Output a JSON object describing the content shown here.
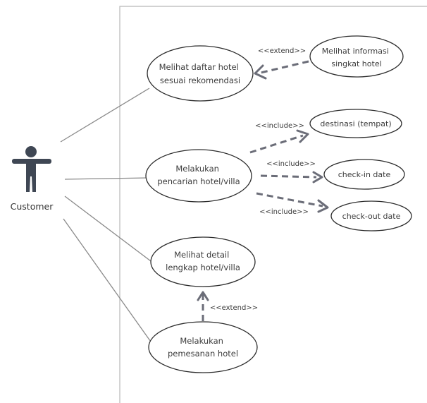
{
  "actor": {
    "label": "Customer",
    "icon": "person-icon",
    "color": "#3f4754"
  },
  "use_cases": {
    "view_hotel_list": [
      "Melihat daftar hotel",
      "sesuai rekomendasi"
    ],
    "brief_hotel_info": [
      "Melihat informasi",
      "singkat hotel"
    ],
    "search_hotel": [
      "Melakukan",
      "pencarian hotel/villa"
    ],
    "destination": [
      "destinasi (tempat)"
    ],
    "check_in": [
      "check-in date"
    ],
    "check_out": [
      "check-out date"
    ],
    "hotel_detail": [
      "Melihat detail",
      "lengkap hotel/villa"
    ],
    "book_hotel": [
      "Melakukan",
      "pemesanan hotel"
    ]
  },
  "relations": {
    "extend_info": "<<extend>>",
    "include_destination": "<<include>>",
    "include_checkin": "<<include>>",
    "include_checkout": "<<include>>",
    "extend_booking": "<<extend>>"
  }
}
